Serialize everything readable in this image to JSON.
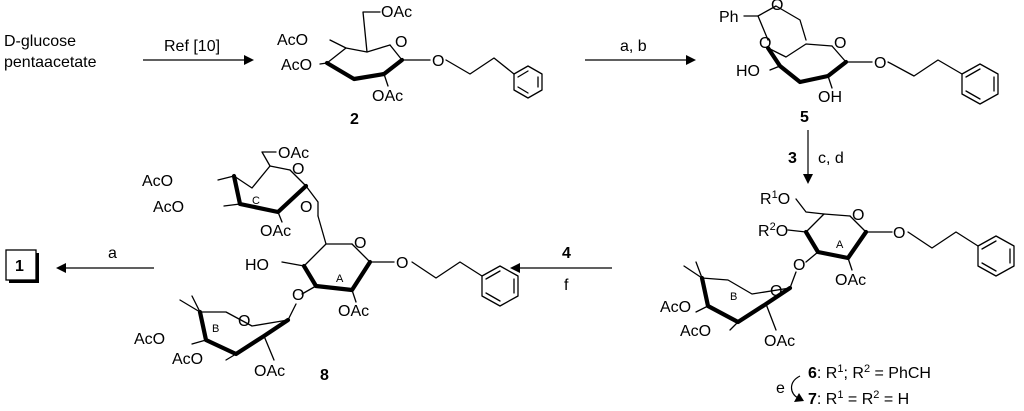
{
  "scheme": {
    "start_material": {
      "line1": "D-glucose",
      "line2": "pentaacetate"
    },
    "compounds": {
      "c1": "1",
      "c2": "2",
      "c5": "5",
      "c8": "8",
      "c6": "6",
      "c7": "7"
    },
    "compound_defs": {
      "c6_rest": ": R",
      "c6_s1": "1",
      "c6_mid": "; R",
      "c6_s2": "2",
      "c6_end": " = PhCH",
      "c7_rest": ": R",
      "c7_s1": "1",
      "c7_mid": " = R",
      "c7_s2": "2",
      "c7_end": " = H"
    },
    "arrows": {
      "ref": "Ref [10]",
      "ab": "a, b",
      "cd_reagent": "3",
      "cd": "c, d",
      "f_reagent": "4",
      "f": "f",
      "a": "a",
      "e": "e"
    },
    "groups": {
      "oac": "OAc",
      "aco": "AcO",
      "o": "O",
      "ph": "Ph",
      "ho": "HO",
      "oh": "OH",
      "r": "R",
      "r1": "1",
      "r2": "2"
    },
    "ring_labels": {
      "a": "A",
      "b": "B",
      "c": "C"
    }
  }
}
